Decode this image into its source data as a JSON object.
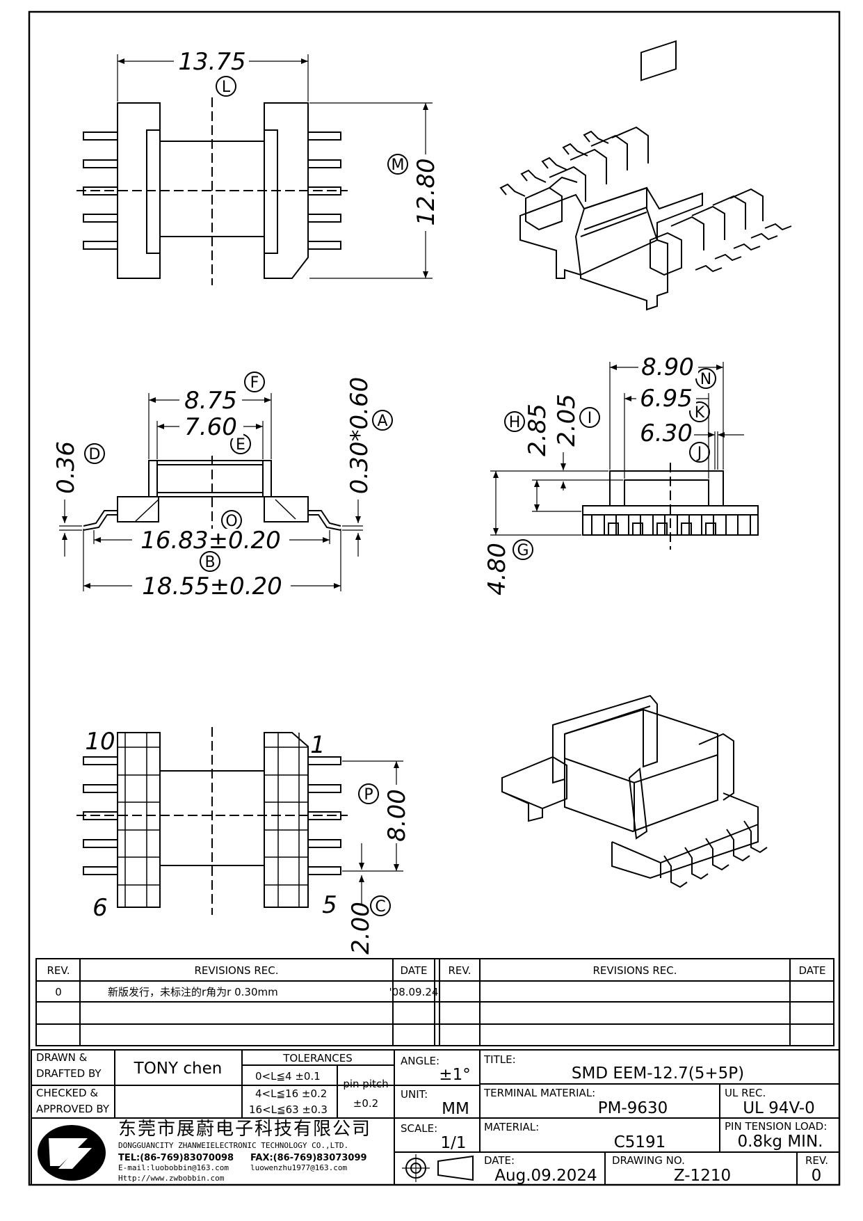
{
  "views": {
    "top": {
      "dim_width": "13.75",
      "tag_width": "L",
      "dim_height": "12.80",
      "tag_height": "M"
    },
    "front": {
      "dim_f": "8.75",
      "tag_f": "F",
      "dim_e": "7.60",
      "tag_e": "E",
      "dim_a": "0.30*0.60",
      "tag_a": "A",
      "dim_d": "0.36",
      "tag_d": "D",
      "dim_o": "16.83±0.20",
      "tag_o": "O",
      "dim_b": "18.55±0.20",
      "tag_b": "B"
    },
    "side": {
      "dim_n": "8.90",
      "tag_n": "N",
      "dim_k": "6.95",
      "tag_k": "K",
      "dim_j": "6.30",
      "tag_j": "J",
      "dim_h": "2.85",
      "tag_h": "H",
      "dim_i": "2.05",
      "tag_i": "I",
      "dim_g": "4.80",
      "tag_g": "G"
    },
    "bottom": {
      "pin_10": "10",
      "pin_1": "1",
      "pin_6": "6",
      "pin_5": "5",
      "dim_p": "8.00",
      "tag_p": "P",
      "dim_c": "2.00",
      "tag_c": "C"
    }
  },
  "revisions": {
    "col_rev": "REV.",
    "col_rec": "REVISIONS   REC.",
    "col_date": "DATE",
    "rows": [
      {
        "rev": "0",
        "rec": "新版发行，未标注的r角为r 0.30mm",
        "date": "'08.09.24"
      }
    ]
  },
  "title_block": {
    "drawn_label": "DRAWN &",
    "drafted_label": "DRAFTED BY",
    "drawn_value": "TONY  chen",
    "checked_label": "CHECKED &",
    "approved_label": "APPROVED BY",
    "tolerances_label": "TOLERANCES",
    "tol_1": "0<L≦4    ±0.1",
    "tol_2": "4<L≦16  ±0.2",
    "tol_3": "16<L≦63  ±0.3",
    "pin_pitch_label": "pin pitch",
    "pin_pitch_value": "±0.2",
    "angle_label": "ANGLE:",
    "angle_value": "±1°",
    "unit_label": "UNIT:",
    "unit_value": "MM",
    "scale_label": "SCALE:",
    "scale_value": "1/1",
    "title_label": "TITLE:",
    "title_value": "SMD  EEM-12.7(5+5P)",
    "terminal_label": "TERMINAL MATERIAL:",
    "terminal_value": "PM-9630",
    "ul_label": "UL REC.",
    "ul_value": "UL  94V-0",
    "material_label": "MATERIAL:",
    "material_value": "C5191",
    "tension_label": "PIN TENSION LOAD:",
    "tension_value": "0.8kg  MIN.",
    "date_label": "DATE:",
    "date_value": "Aug.09.2024",
    "drawing_label": "DRAWING NO.",
    "drawing_value": "Z-1210",
    "rev_label": "REV.",
    "rev_value": "0"
  },
  "company": {
    "name_cn": "东莞市展蔚电子科技有限公司",
    "name_en": "DONGGUANCITY ZHANWEIELECTRONIC TECHNOLOGY CO.,LTD.",
    "tel": "TEL:(86-769)83070098",
    "fax": "FAX:(86-769)83073099",
    "email": "E-mail:luobobbin@163.com",
    "email2": "luowenzhu1977@163.com",
    "web": "Http://www.zwbobbin.com"
  }
}
